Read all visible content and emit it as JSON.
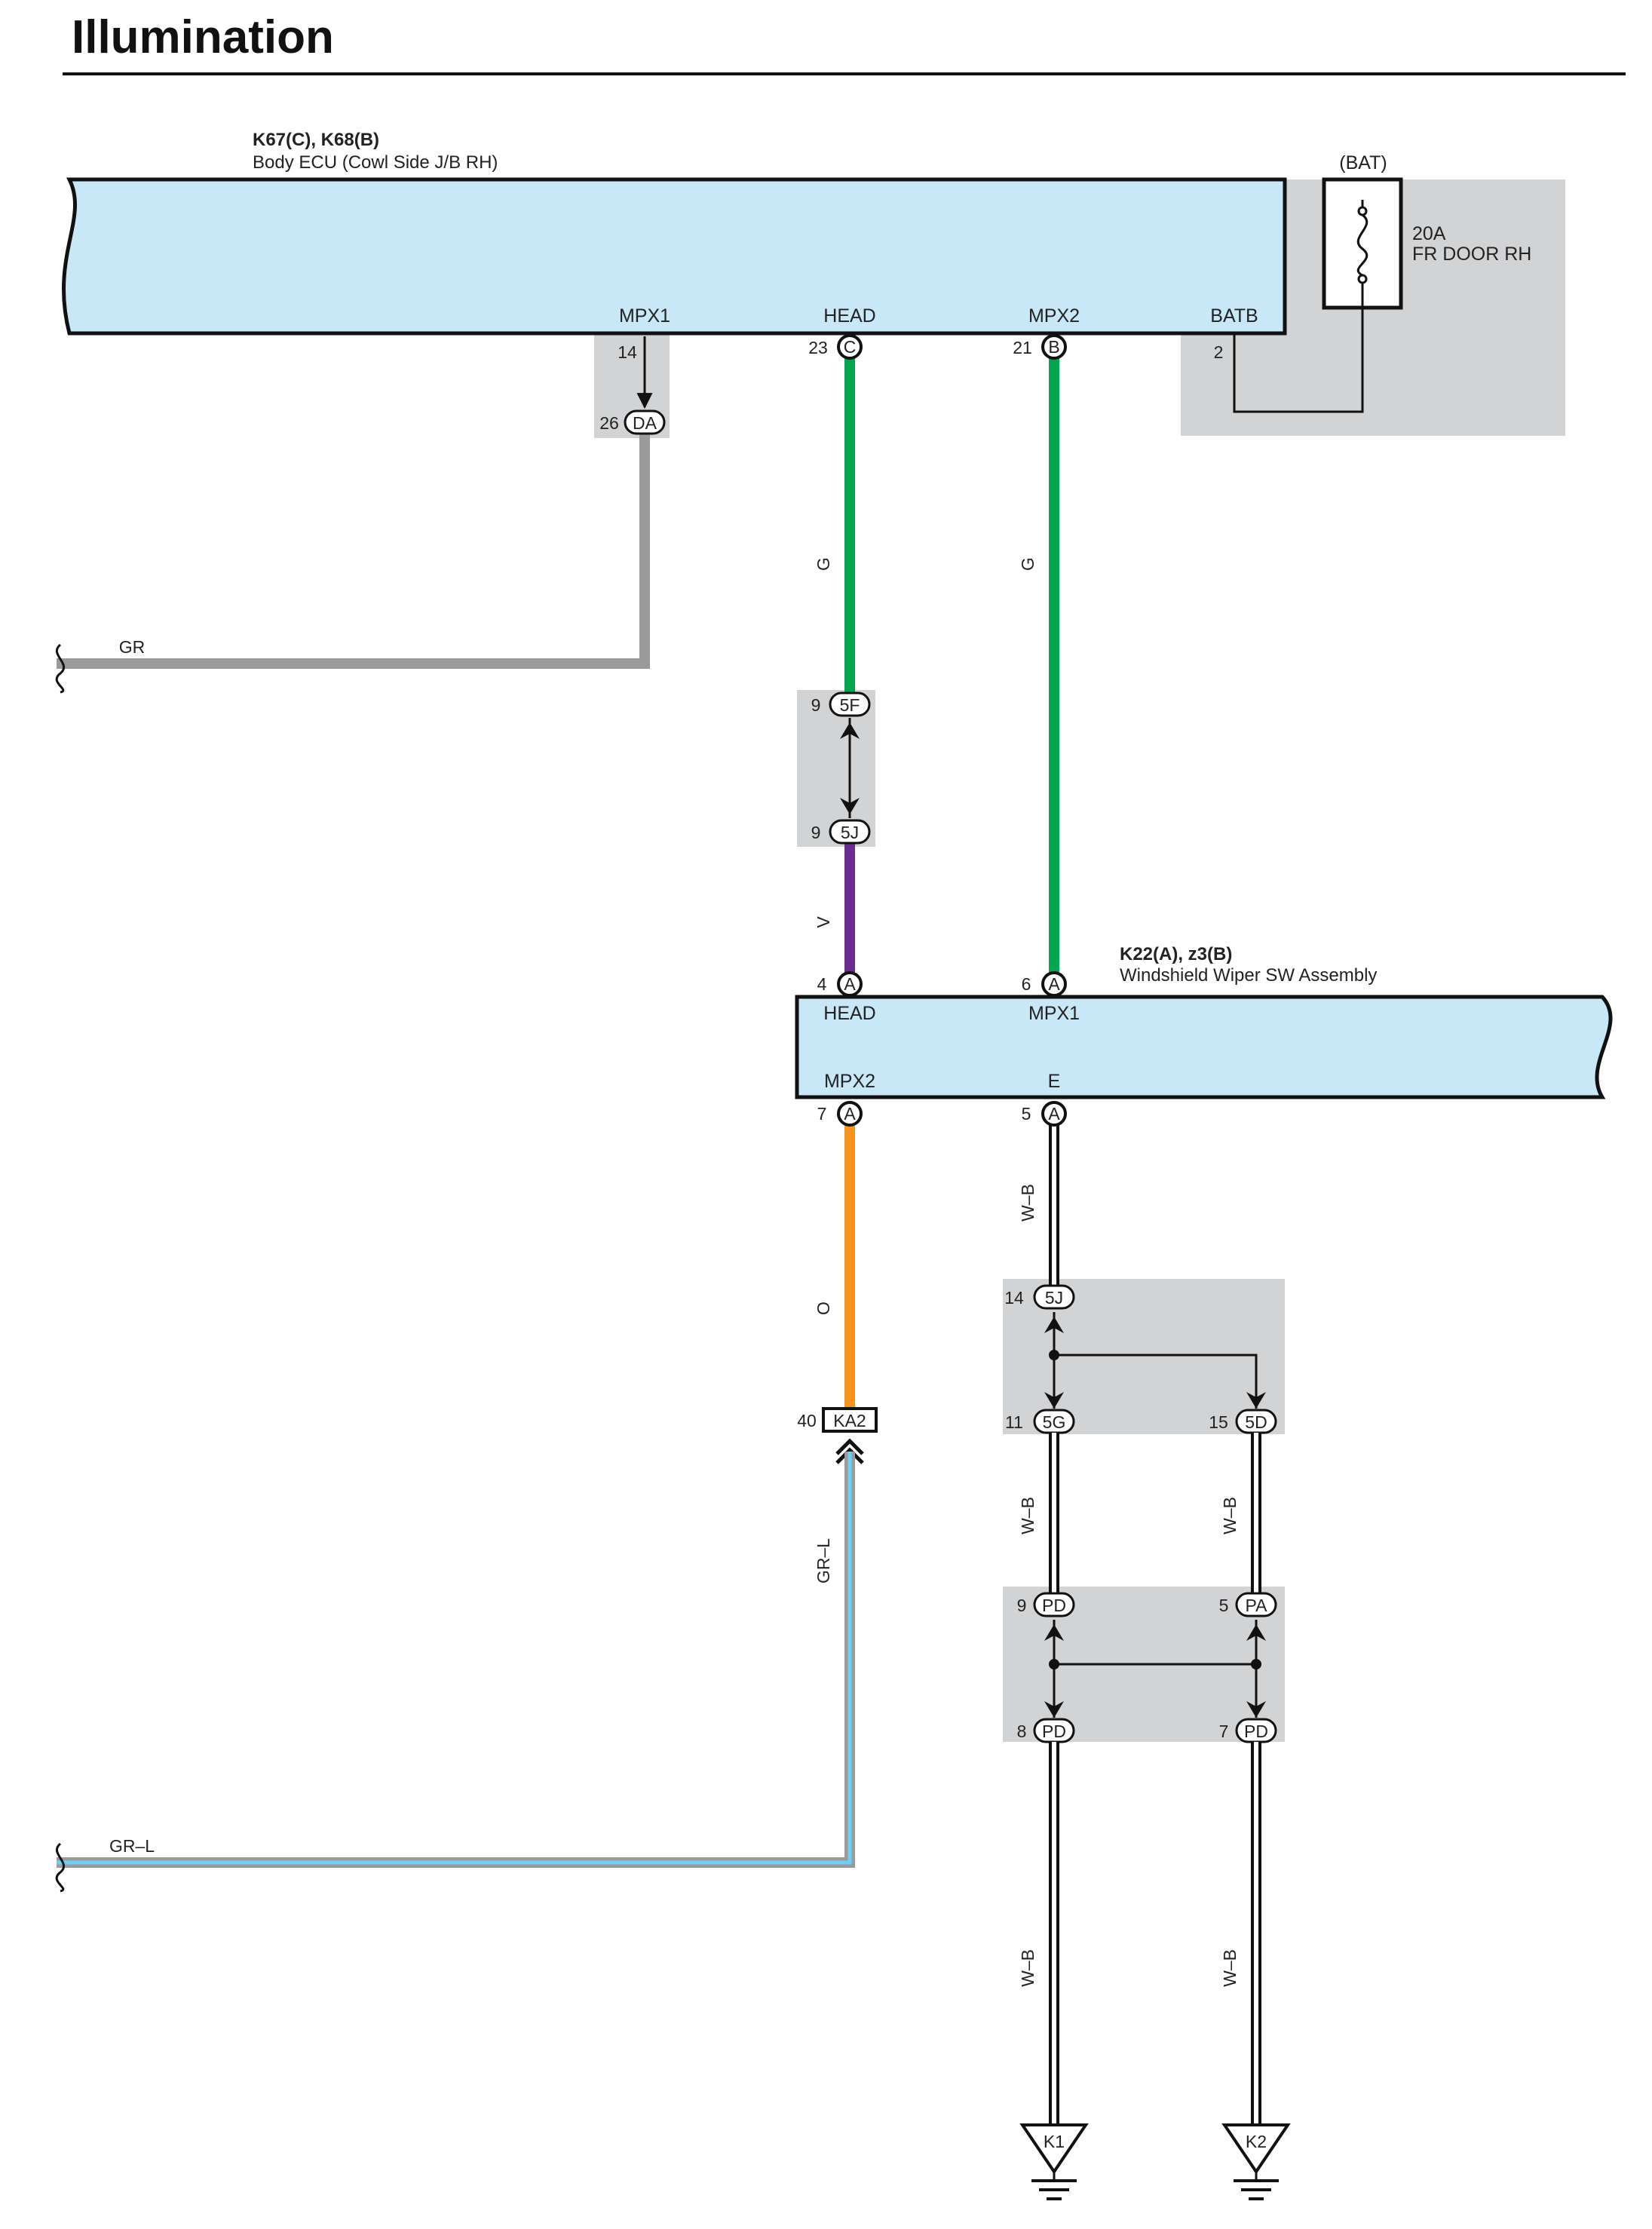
{
  "title": "Illumination",
  "body_ecu": {
    "connector_label": "K67(C), K68(B)",
    "name": "Body ECU (Cowl Side J/B RH)",
    "terminals": {
      "mpx1": {
        "name": "MPX1",
        "pin": "14"
      },
      "head": {
        "name": "HEAD",
        "pin": "23",
        "conn": "C"
      },
      "mpx2": {
        "name": "MPX2",
        "pin": "21",
        "conn": "B"
      },
      "batb": {
        "name": "BATB",
        "pin": "2"
      }
    }
  },
  "fuse": {
    "source": "(BAT)",
    "rating": "20A",
    "name": "FR DOOR RH"
  },
  "junction_da": {
    "pin": "26",
    "conn": "DA"
  },
  "wiper_sw": {
    "connector_label": "K22(A), z3(B)",
    "name": "Windshield Wiper SW Assembly",
    "terminals": {
      "head": {
        "name": "HEAD",
        "pin": "4",
        "conn": "A"
      },
      "mpx1": {
        "name": "MPX1",
        "pin": "6",
        "conn": "A"
      },
      "mpx2": {
        "name": "MPX2",
        "pin": "7",
        "conn": "A"
      },
      "e": {
        "name": "E",
        "pin": "5",
        "conn": "A"
      }
    }
  },
  "junction_5f": {
    "pin": "9",
    "conn": "5F"
  },
  "junction_5j_upper": {
    "pin": "9",
    "conn": "5J"
  },
  "junction_5j_lower": {
    "pin": "14",
    "conn": "5J"
  },
  "junction_5g": {
    "pin": "11",
    "conn": "5G"
  },
  "junction_5d": {
    "pin": "15",
    "conn": "5D"
  },
  "junction_pd_top": {
    "pin": "9",
    "conn": "PD"
  },
  "junction_pa": {
    "pin": "5",
    "conn": "PA"
  },
  "junction_pd_bottom_left": {
    "pin": "8",
    "conn": "PD"
  },
  "junction_pd_bottom_right": {
    "pin": "7",
    "conn": "PD"
  },
  "connector_ka2": {
    "pin": "40",
    "conn": "KA2"
  },
  "grounds": {
    "k1": "K1",
    "k2": "K2"
  },
  "wires": {
    "gr": "GR",
    "head_g": "G",
    "mpx2_g": "G",
    "head_v": "V",
    "mpx2_o": "O",
    "grl_vertical": "GR–L",
    "grl_horizontal": "GR–L",
    "wb_1": "W–B",
    "wb_2": "W–B",
    "wb_3": "W–B",
    "wb_4": "W–B",
    "wb_5": "W–B"
  },
  "colors": {
    "component_fill": "#c8e8f8",
    "shade": "#d2d3d5",
    "green_wire": "#00a650",
    "violet_wire": "#6a2c91",
    "orange_wire": "#f7941d",
    "gray_wire": "#9a9a9a",
    "light_blue_wire": "#6ccff6"
  }
}
